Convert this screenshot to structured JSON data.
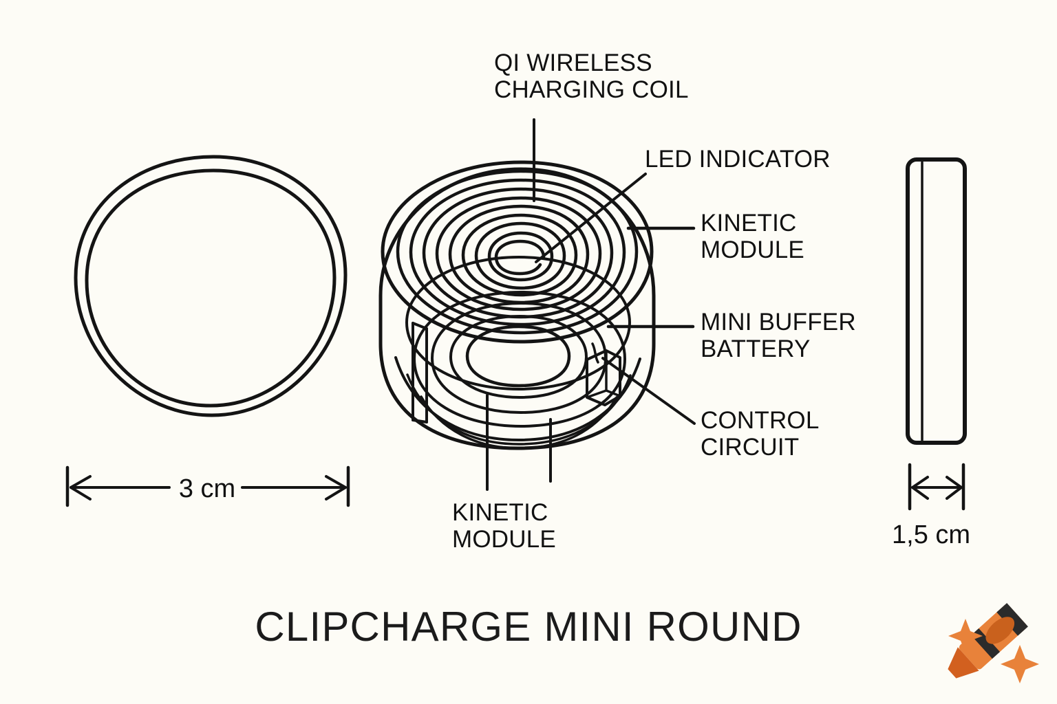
{
  "page": {
    "title": "CLIPCHARGE MINI ROUND",
    "background_color": "#FDFCF6",
    "ink_color": "#111111"
  },
  "labels": {
    "qi_coil": "QI WIRELESS\nCHARGING COIL",
    "led_indicator": "LED INDICATOR",
    "kinetic_module_right": "KINETIC\nMODULE",
    "mini_buffer_battery": "MINI BUFFER\nBATTERY",
    "control_circuit": "CONTROL\nCIRCUIT",
    "kinetic_module_bottom": "KINETIC\nMODULE"
  },
  "dimensions": {
    "diameter": "3 cm",
    "thickness": "1,5 cm"
  },
  "views": {
    "front": "top-view-circle",
    "exploded": "exploded-assembly",
    "side": "side-profile-rectangle"
  },
  "watermark": {
    "icon": "crayon-icon",
    "crayon_body_color": "#E8823A",
    "crayon_tip_color": "#D2601F",
    "crayon_band_color": "#2B2B2B",
    "sparkle_color": "#E8823A"
  }
}
